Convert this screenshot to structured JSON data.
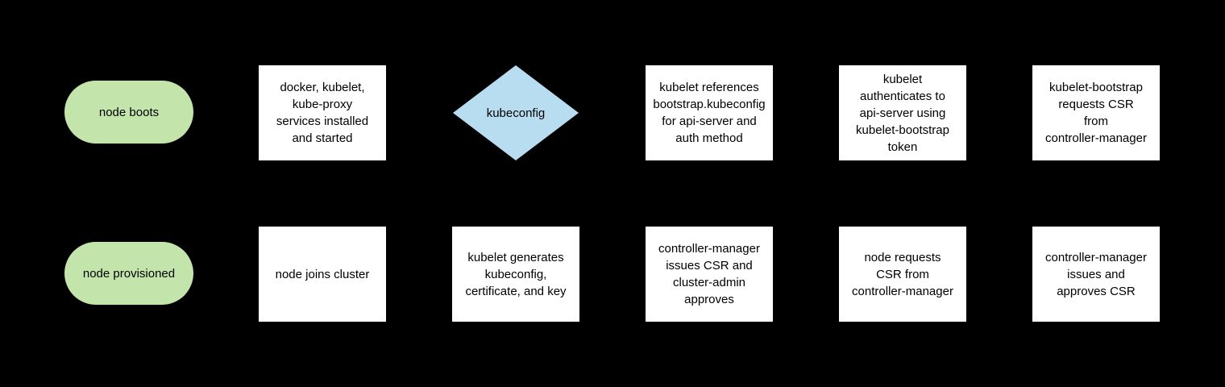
{
  "canvas": {
    "background": "#000000"
  },
  "colors": {
    "terminal_fill": "#c3e5ab",
    "decision_fill": "#b8ddf1",
    "process_fill": "#ffffff",
    "text": "#000000"
  },
  "rows": [
    {
      "name": "top-flow",
      "nodes": [
        {
          "id": "node-boots",
          "type": "terminal",
          "label": "node boots"
        },
        {
          "id": "services-installed",
          "type": "process",
          "label": "docker, kubelet,\nkube-proxy\nservices installed\nand started"
        },
        {
          "id": "kubeconfig-decision",
          "type": "decision",
          "label": "kubeconfig"
        },
        {
          "id": "kubelet-references-bootstrap-kubeconfig",
          "type": "process",
          "label": "kubelet references\nbootstrap.kubeconfig\nfor api-server and\nauth method"
        },
        {
          "id": "kubelet-authenticates-to-api-server",
          "type": "process",
          "label": "kubelet\nauthenticates to\napi-server using\nkubelet-bootstrap\ntoken"
        },
        {
          "id": "kubelet-bootstrap-requests-csr",
          "type": "process",
          "label": "kubelet-bootstrap\nrequests CSR\nfrom\ncontroller-manager"
        }
      ]
    },
    {
      "name": "bottom-flow",
      "nodes": [
        {
          "id": "node-provisioned",
          "type": "terminal",
          "label": "node provisioned"
        },
        {
          "id": "node-joins-cluster",
          "type": "process",
          "label": "node joins cluster"
        },
        {
          "id": "kubelet-generates-kubeconfig",
          "type": "process",
          "label": "kubelet generates\nkubeconfig,\ncertificate, and key"
        },
        {
          "id": "controller-manager-issues-csr-cluster-admin-approves",
          "type": "process",
          "label": "controller-manager\nissues CSR and\ncluster-admin\napproves"
        },
        {
          "id": "node-requests-csr",
          "type": "process",
          "label": "node requests\nCSR from\ncontroller-manager"
        },
        {
          "id": "controller-manager-issues-and-approves-csr",
          "type": "process",
          "label": "controller-manager\nissues and\napproves CSR"
        }
      ]
    }
  ]
}
